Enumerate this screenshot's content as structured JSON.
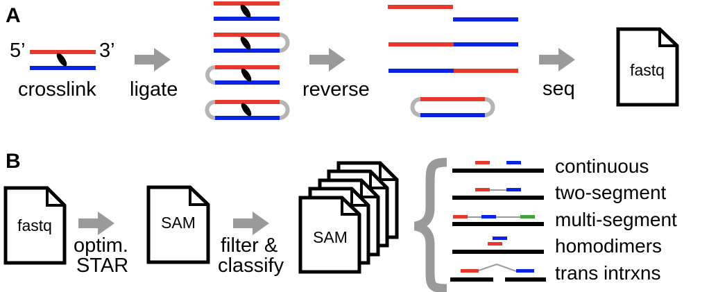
{
  "colors": {
    "red": "#e8382a",
    "blue": "#0a23e6",
    "green": "#44a03a",
    "gray": "#9a9a9a",
    "loop_gray": "#b4b4b4",
    "black": "#000000"
  },
  "panel_a": {
    "label": "A",
    "five_prime": "5’",
    "three_prime": "3’",
    "steps": [
      "crosslink",
      "ligate",
      "reverse",
      "seq"
    ],
    "output_file": "fastq"
  },
  "panel_b": {
    "label": "B",
    "input_file": "fastq",
    "step1_line1": "optim.",
    "step1_line2": "STAR",
    "mid_file": "SAM",
    "step2_line1": "filter &",
    "step2_line2": "classify",
    "stack_file": "SAM",
    "categories": [
      "continuous",
      "two-segment",
      "multi-segment",
      "homodimers",
      "trans intrxns"
    ]
  }
}
